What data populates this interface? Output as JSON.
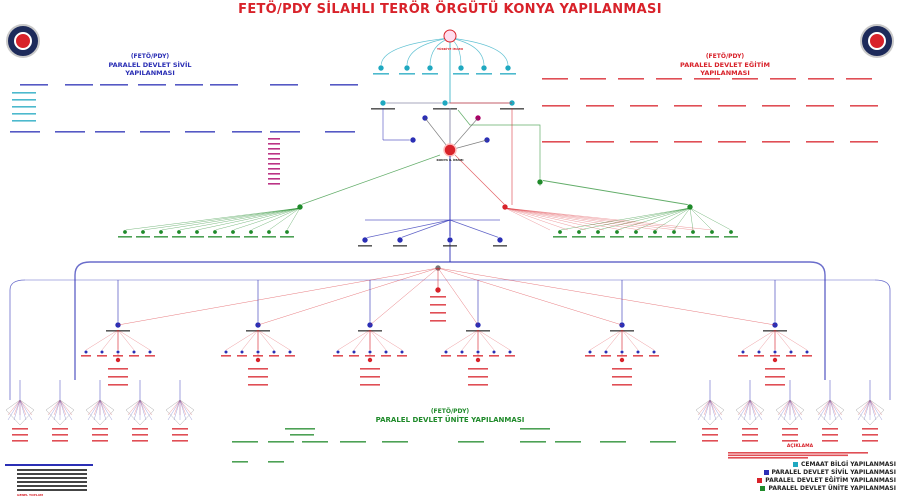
{
  "title": "FETÖ/PDY SİLAHLI TERÖR ÖRGÜTÜ KONYA YAPILANMASI",
  "sections": {
    "civil": {
      "tag": "(FETÖ/PDY)",
      "name": "PARALEL DEVLET SİVİL YAPILANMASI",
      "color": "#2b2fb5"
    },
    "education": {
      "tag": "(FETÖ/PDY)",
      "name": "PARALEL DEVLET EĞİTİM YAPILANMASI",
      "color": "#d8222a"
    },
    "unit": {
      "tag": "(FETÖ/PDY)",
      "name": "PARALEL DEVLET ÜNİTE YAPILANMASI",
      "color": "#1f8a2a"
    }
  },
  "nodes": {
    "top": "TÜRKİYE İMAMI",
    "center": "KONYA İL İMAMI"
  },
  "legend": {
    "title": "AÇIKLAMA",
    "items": [
      {
        "label": "CEMAAT BİLGİ YAPILANMASI",
        "color": "#1fa8c0"
      },
      {
        "label": "PARALEL DEVLET SİVİL YAPILANMASI",
        "color": "#2b2fb5"
      },
      {
        "label": "PARALEL DEVLET EĞİTİM YAPILANMASI",
        "color": "#d8222a"
      },
      {
        "label": "PARALEL DEVLET ÜNİTE YAPILANMASI",
        "color": "#1f8a2a"
      }
    ]
  },
  "summary_table": {
    "total_label": "GENEL TOPLAM"
  },
  "colors": {
    "teal": "#1fa8c0",
    "blue": "#2b2fb5",
    "red": "#d8222a",
    "green": "#1f8a2a",
    "gray": "#8a8aa8"
  }
}
